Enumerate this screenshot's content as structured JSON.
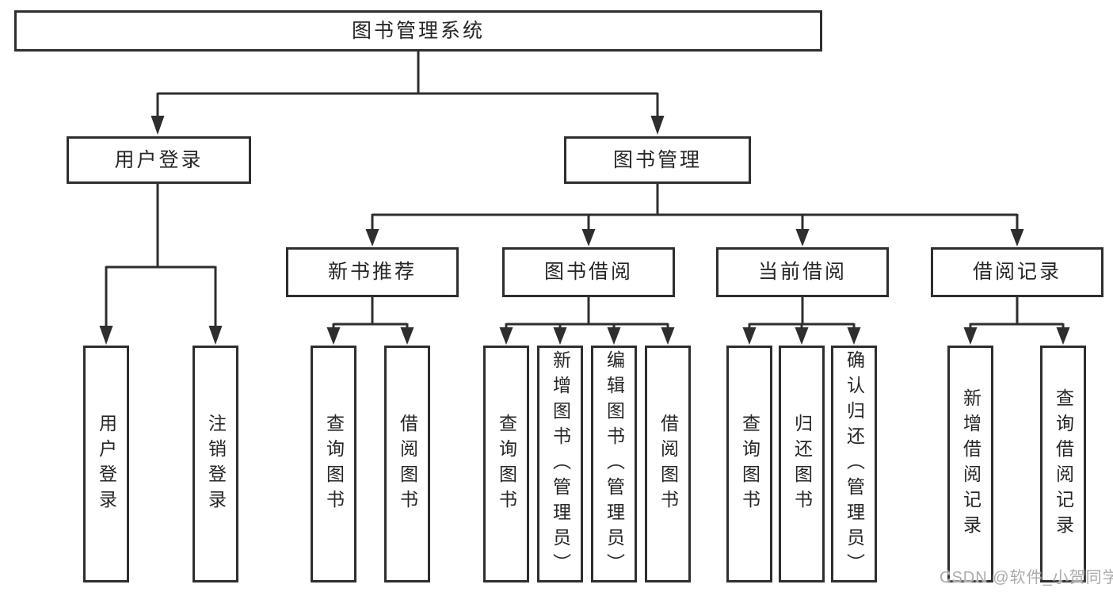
{
  "colors": {
    "line": "#2e2e2e",
    "text": "#262626",
    "background": "#ffffff",
    "watermark": "#ababab"
  },
  "watermark": {
    "text": "CSDN @软件_小贺同学"
  },
  "tree": {
    "root": {
      "label": "图书管理系统",
      "children": [
        {
          "label": "用户登录",
          "children": [
            {
              "label": "用户登录"
            },
            {
              "label": "注销登录"
            }
          ]
        },
        {
          "label": "图书管理",
          "children": [
            {
              "label": "新书推荐",
              "children": [
                {
                  "label": "查询图书"
                },
                {
                  "label": "借阅图书"
                }
              ]
            },
            {
              "label": "图书借阅",
              "children": [
                {
                  "label": "查询图书"
                },
                {
                  "label": "新增图书（管理员）"
                },
                {
                  "label": "编辑图书（管理员）"
                },
                {
                  "label": "借阅图书"
                }
              ]
            },
            {
              "label": "当前借阅",
              "children": [
                {
                  "label": "查询图书"
                },
                {
                  "label": "归还图书"
                },
                {
                  "label": "确认归还（管理员）"
                }
              ]
            },
            {
              "label": "借阅记录",
              "children": [
                {
                  "label": "新增借阅记录"
                },
                {
                  "label": "查询借阅记录"
                }
              ]
            }
          ]
        }
      ]
    }
  }
}
